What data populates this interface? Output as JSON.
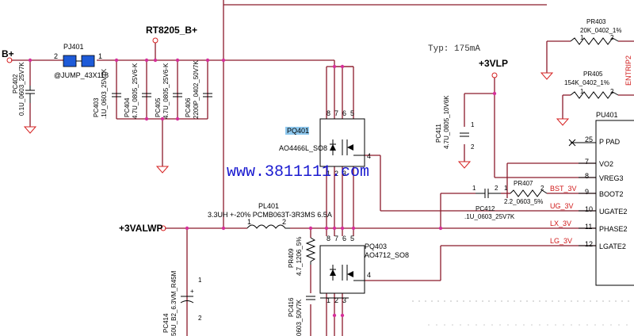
{
  "nets": {
    "b_plus": "B+",
    "rt8205_b_plus": "RT8205_B+",
    "v3vlp": "+3VLP",
    "v3valwp": "+3VALWP",
    "typ_current": "Typ: 175mA"
  },
  "components": {
    "pj401": {
      "ref": "PJ401",
      "value": "@JUMP_43X118",
      "pin1": "1",
      "pin2": "2"
    },
    "pc402": {
      "ref": "PC402",
      "value": "0.1U_0603_25V7K"
    },
    "pc403": {
      "ref": "PC403",
      "value": ".1U_0603_25V7K"
    },
    "pc404": {
      "ref": "PC404",
      "value": "4.7U_0805_25V6-K"
    },
    "pc405": {
      "ref": "PC405",
      "value": "4.7U_0805_25V6-K"
    },
    "pc406": {
      "ref": "PC406",
      "value": "2200P_0402_50V7K"
    },
    "pq401": {
      "ref": "PQ401",
      "value": "AO4466L_SO8"
    },
    "pq403": {
      "ref": "PQ403",
      "value": "AO4712_SO8"
    },
    "pl401": {
      "ref": "PL401",
      "value": "3.3UH +-20% PCMB063T-3R3MS 6.5A",
      "pin1": "1",
      "pin2": "2"
    },
    "pr409": {
      "ref": "PR409",
      "value": "4.7_1206_5%"
    },
    "pc416": {
      "ref": "PC416",
      "value": "0603_50V7K"
    },
    "pc414": {
      "ref": "PC414",
      "value": "50U_B2_6.3VM_R45M"
    },
    "pc411": {
      "ref": "PC411",
      "value": "4.7U_0805_10V6K"
    },
    "pr407": {
      "ref": "PR407",
      "value": "2.2_0603_5%"
    },
    "pc412": {
      "ref": "PC412",
      "value": ".1U_0603_25V7K"
    },
    "pr403": {
      "ref": "PR403",
      "value": "20K_0402_1%"
    },
    "pr405": {
      "ref": "PR405",
      "value": "154K_0402_1%"
    },
    "pu401": {
      "ref": "PU401"
    }
  },
  "signals": {
    "bst": "BST_3V",
    "ug": "UG_3V",
    "lx": "LX_3V",
    "lg": "LG_3V",
    "entrip": "ENTRIP2"
  },
  "ic_pins": [
    {
      "num": "25",
      "name": "P PAD"
    },
    {
      "num": "7",
      "name": "VO2"
    },
    {
      "num": "8",
      "name": "VREG3"
    },
    {
      "num": "9",
      "name": "BOOT2"
    },
    {
      "num": "10",
      "name": "UGATE2"
    },
    {
      "num": "11",
      "name": "PHASE2"
    },
    {
      "num": "12",
      "name": "LGATE2"
    }
  ],
  "watermark": "www.3811111.com",
  "colors": {
    "wire": "#8b1a2b",
    "junction": "#d62f9a",
    "signal": "#d01818",
    "watermark": "#1a1ad0",
    "highlight": "#8ec8ee"
  }
}
